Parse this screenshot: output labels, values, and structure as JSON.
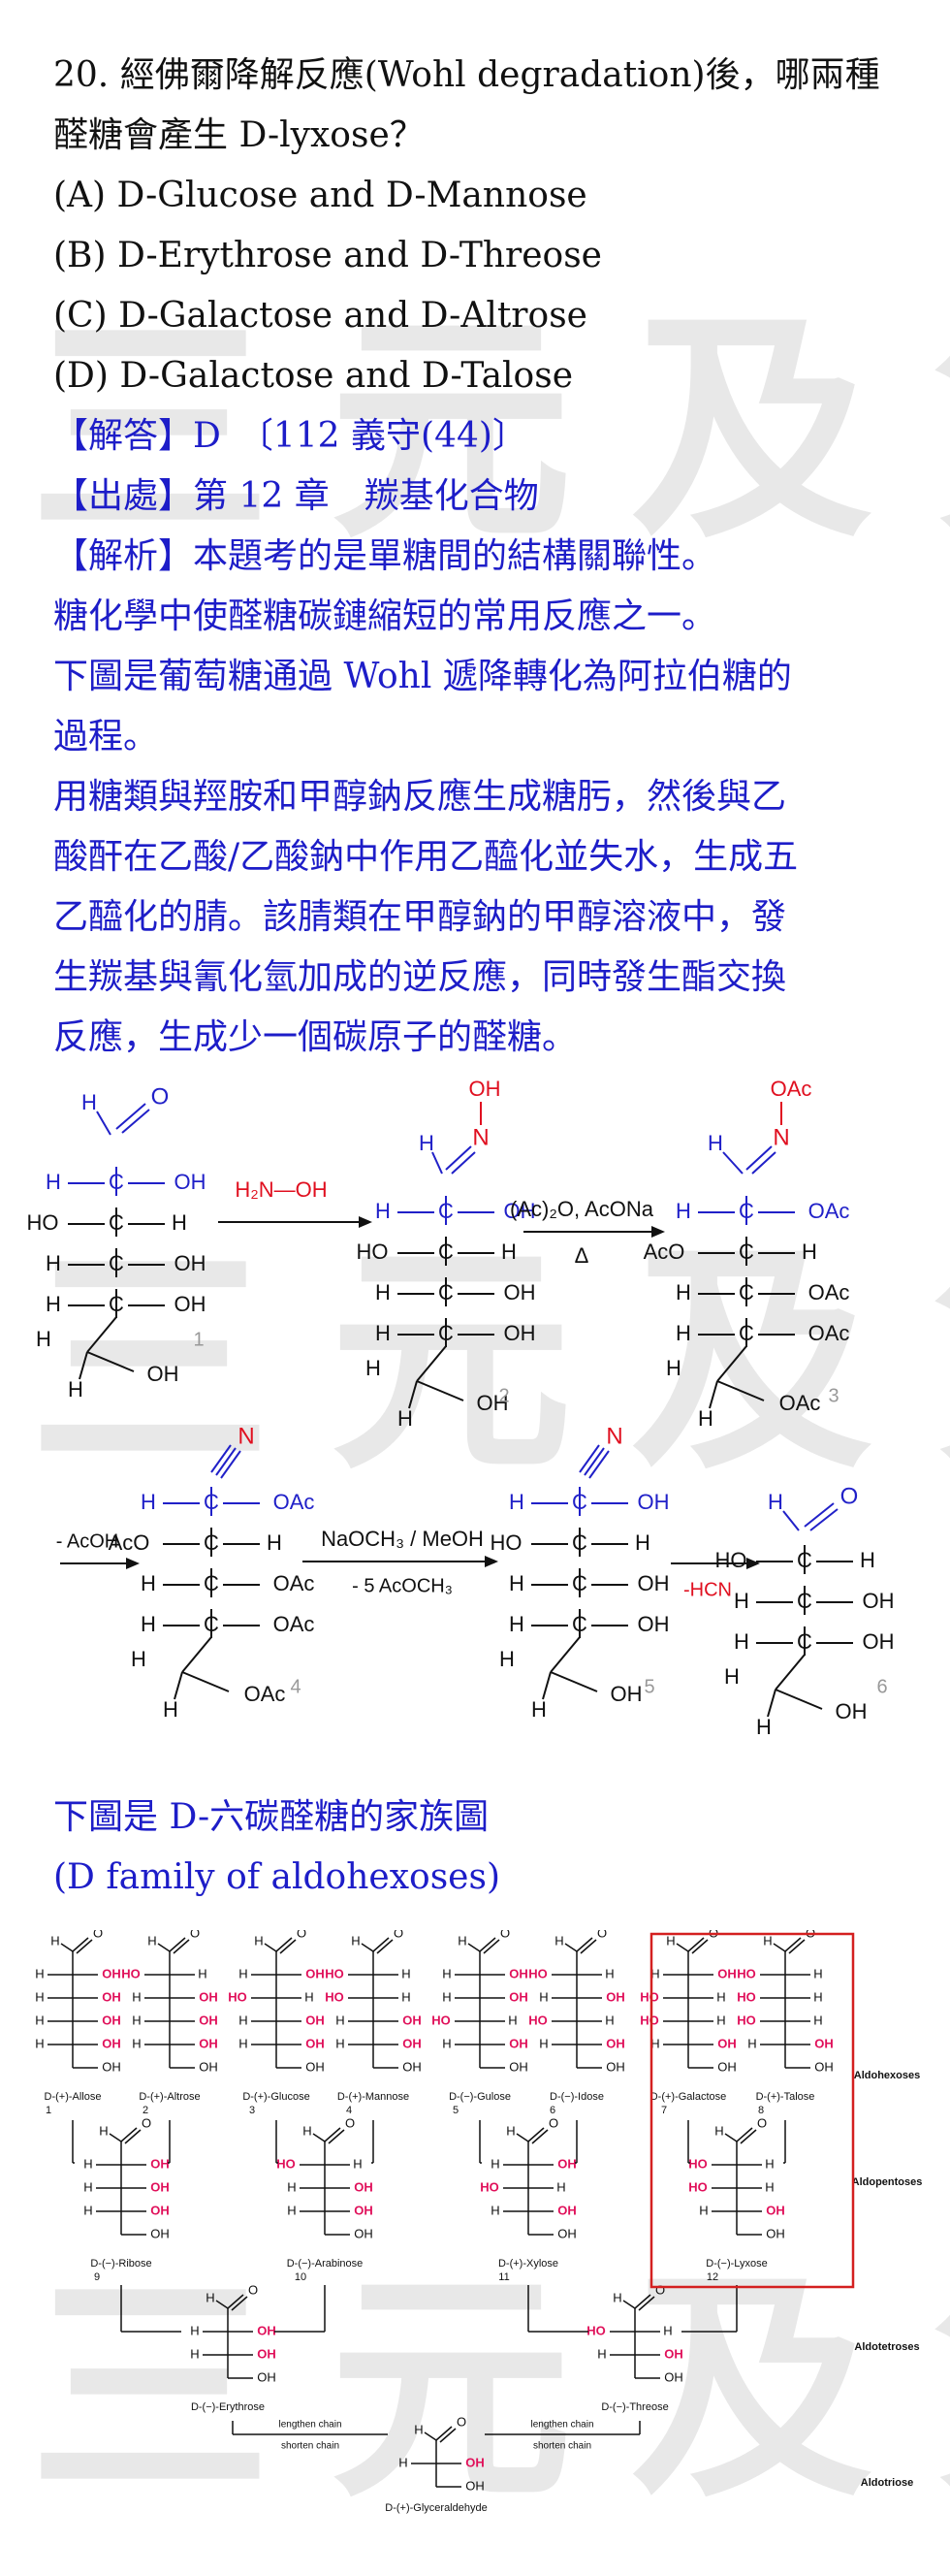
{
  "watermark": "三元及第",
  "question": {
    "line1": "20. 經佛爾降解反應(Wohl degradation)後，哪兩種",
    "line2": "醛糖會產生 D-lyxose？",
    "options": [
      "(A) D-Glucose and D-Mannose",
      "(B) D-Erythrose and D-Threose",
      "(C) D-Galactose and D-Altrose",
      "(D) D-Galactose and D-Talose"
    ]
  },
  "answer": {
    "answer_line": "【解答】D　〔112 義守(44)〕",
    "source_line": "【出處】第 12 章　羰基化合物",
    "analysis_line": "【解析】本題考的是單糖間的結構關聯性。"
  },
  "explanation": [
    "糖化學中使醛糖碳鏈縮短的常用反應之一。",
    "下圖是葡萄糖通過 Wohl 遞降轉化為阿拉伯糖的",
    "過程。",
    "用糖類與羥胺和甲醇鈉反應生成糖肟，然後與乙",
    "酸酐在乙酸/乙酸鈉中作用乙醯化並失水，生成五",
    "乙醯化的腈。該腈類在甲醇鈉的甲醇溶液中，發",
    "生羰基與氰化氫加成的逆反應，同時發生酯交換",
    "反應，生成少一個碳原子的醛糖。"
  ],
  "scheme": {
    "atoms": {
      "o": "O",
      "oh": "OH",
      "ho": "HO",
      "h": "H",
      "c": "C",
      "n": "N",
      "oac": "OAc",
      "aco": "AcO",
      "cn": "N",
      "ho_top": "OH",
      "oac_top": "OAc"
    },
    "reagents": {
      "r1": "H₂N—OH",
      "r2": "(Ac)₂O, AcONa",
      "r2b": "Δ",
      "r3": "- AcOH",
      "r4": "NaOCH₃ / MeOH",
      "r4b": "- 5 AcOCH₃",
      "r5": "-HCN"
    },
    "numbers": [
      "1",
      "2",
      "3",
      "4",
      "5",
      "6"
    ]
  },
  "family": {
    "heading1": "下圖是 D-六碳醛糖的家族圖",
    "heading2": " (D family of aldohexoses)",
    "hexoses": [
      "D-(+)-Allose",
      "D-(+)-Altrose",
      "D-(+)-Glucose",
      "D-(+)-Mannose",
      "D-(−)-Gulose",
      "D-(−)-Idose",
      "D-(+)-Galactose",
      "D-(+)-Talose"
    ],
    "pentoses": [
      "D-(−)-Ribose",
      "D-(−)-Arabinose",
      "D-(+)-Xylose",
      "D-(−)-Lyxose"
    ],
    "tetroses": [
      "D-(−)-Erythrose",
      "D-(−)-Threose"
    ],
    "triose": "D-(+)-Glyceraldehyde",
    "hexose_numbers": [
      "1",
      "2",
      "3",
      "4",
      "5",
      "6",
      "7",
      "8"
    ],
    "pentose_numbers": [
      "9",
      "10",
      "11",
      "12"
    ],
    "side_labels": [
      "Aldohexoses",
      "Aldopentoses",
      "Aldotetroses",
      "Aldotriose"
    ],
    "lengthen": "lengthen chain",
    "shorten": "shorten chain",
    "highlight_color": "#d42020",
    "red_color": "#e0105a"
  }
}
